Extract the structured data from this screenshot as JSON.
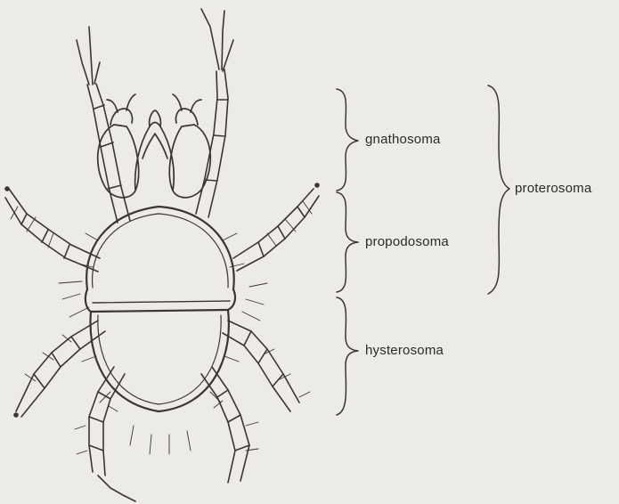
{
  "labels": {
    "gnathosoma": "gnathosoma",
    "propodosoma": "propodosoma",
    "hysterosoma": "hysterosoma",
    "proterosoma": "proterosoma"
  },
  "colors": {
    "background": "#ecebe7",
    "ink": "#3a3632",
    "text": "#2a2a2a"
  }
}
